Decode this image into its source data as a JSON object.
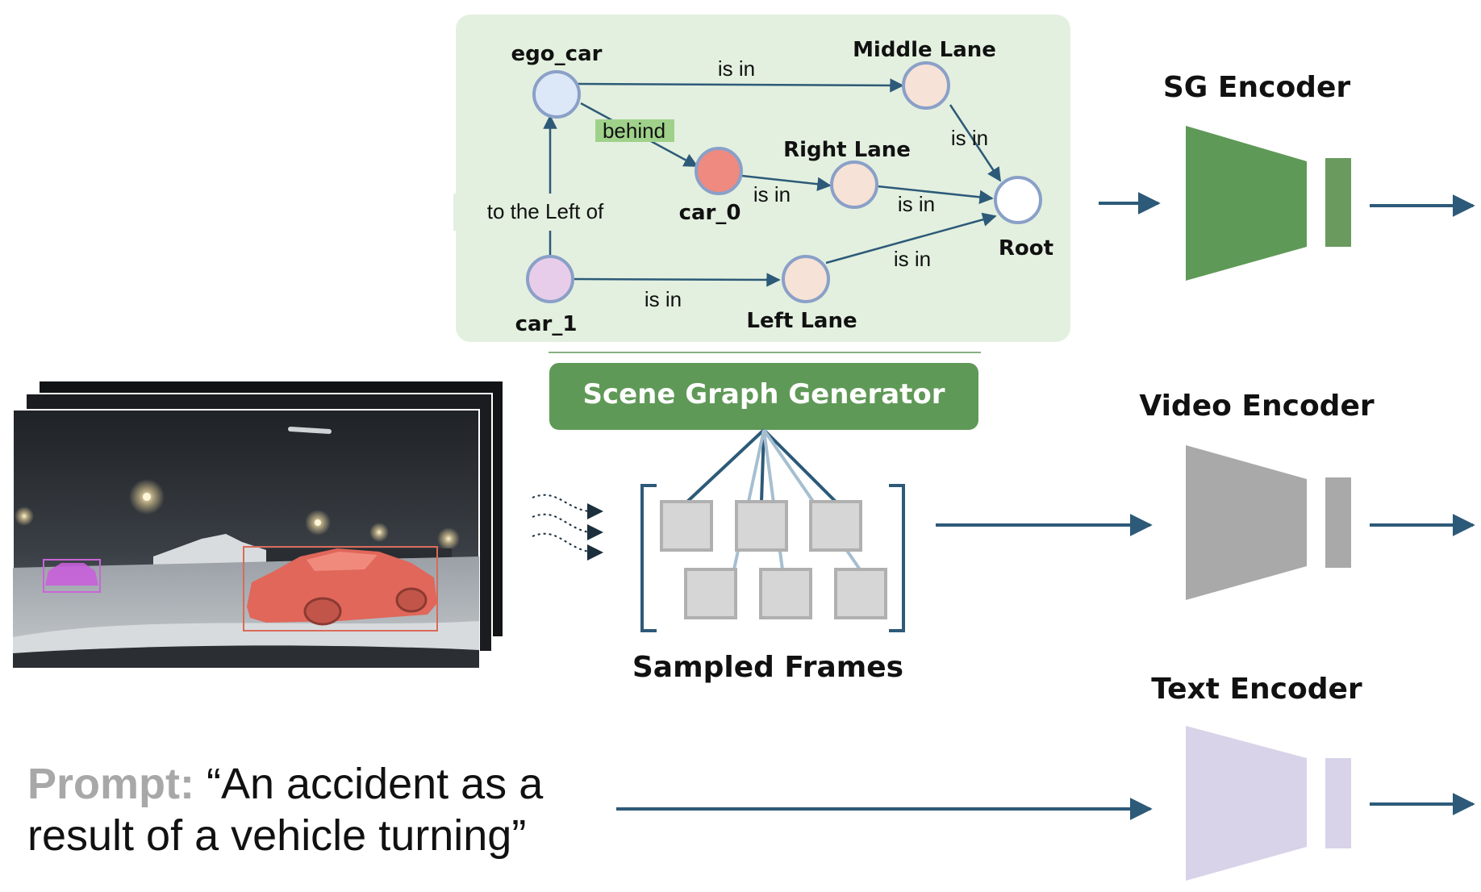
{
  "scene_graph": {
    "nodes": {
      "ego_car": "ego_car",
      "middle_lane": "Middle Lane",
      "right_lane": "Right Lane",
      "car_0": "car_0",
      "root": "Root",
      "car_1": "car_1",
      "left_lane": "Left Lane"
    },
    "edges": {
      "ego_middle": "is in",
      "ego_car0": "behind",
      "middle_root": "is in",
      "car0_right": "is in",
      "right_root": "is in",
      "car1_ego": "to the Left of",
      "car1_left": "is in",
      "left_root": "is in"
    }
  },
  "generator": {
    "label": "Scene Graph Generator"
  },
  "frames": {
    "label": "Sampled Frames"
  },
  "encoders": {
    "sg": "SG Encoder",
    "video": "Video Encoder",
    "text": "Text Encoder"
  },
  "prompt": {
    "label": "Prompt:",
    "line1": " “An accident as a",
    "line2": "result of a vehicle turning”"
  },
  "colors": {
    "panel": "#e3f0df",
    "edge": "#2d5a78",
    "node_stroke": "#8aa0c8",
    "ego_car": "#dce8f7",
    "lane": "#f6e2d6",
    "car_0": "#ee8a80",
    "car_1": "#e8cdea",
    "root": "#ffffff",
    "behind_highlight": "#9fd18a",
    "generator": "#5f9957",
    "sg_encoder": "#5f9957",
    "video_encoder": "#a9a9a9",
    "text_encoder": "#d8d3e8",
    "prompt_label": "#a8a8a8"
  }
}
